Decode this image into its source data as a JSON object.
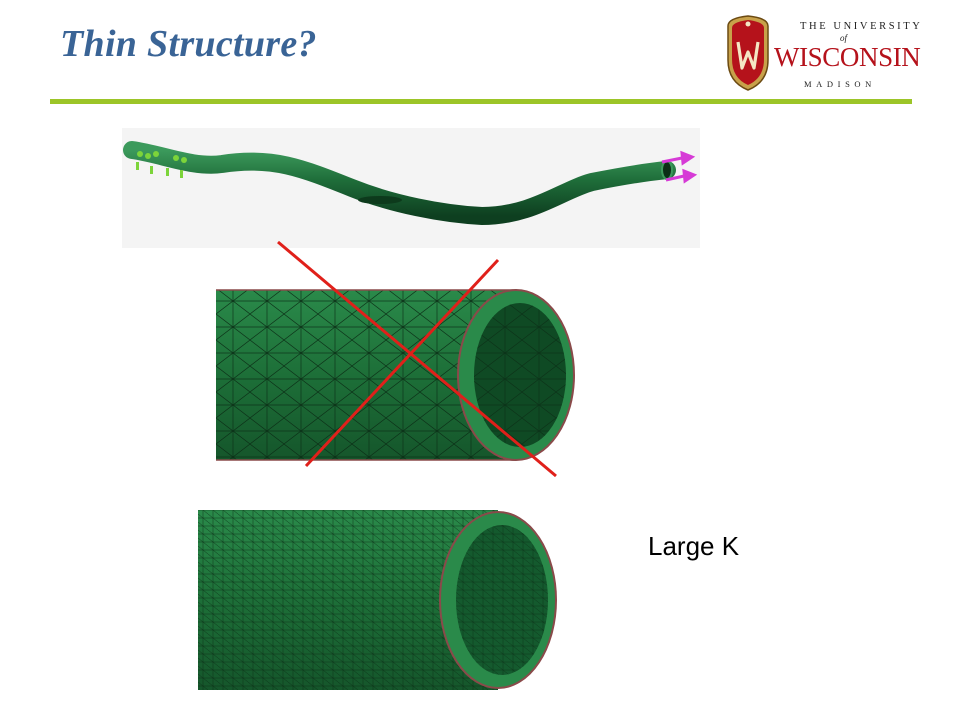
{
  "slide": {
    "title": "Thin Structure?",
    "label": "Large K"
  },
  "logo": {
    "line_top": "THE UNIVERSITY",
    "line_of": "of",
    "line_main": "WISCONSIN",
    "line_bottom": "MADISON",
    "crest_letter": "W"
  },
  "colors": {
    "title": "#3a6496",
    "rule": "#9cc528",
    "pipe_green": "#1f6e3a",
    "cross": "#e0201a",
    "constraint_markers": "#7cd43a",
    "load_arrows": "#d63ad6",
    "logo_red": "#b5121b"
  },
  "figures": [
    {
      "name": "pipe-model",
      "content": "bent pipe with fixed supports at left end and load arrows at right end"
    },
    {
      "name": "coarse-mesh",
      "content": "pipe section with coarse tetrahedral mesh, crossed out"
    },
    {
      "name": "fine-mesh",
      "content": "pipe section with fine tetrahedral mesh"
    }
  ]
}
